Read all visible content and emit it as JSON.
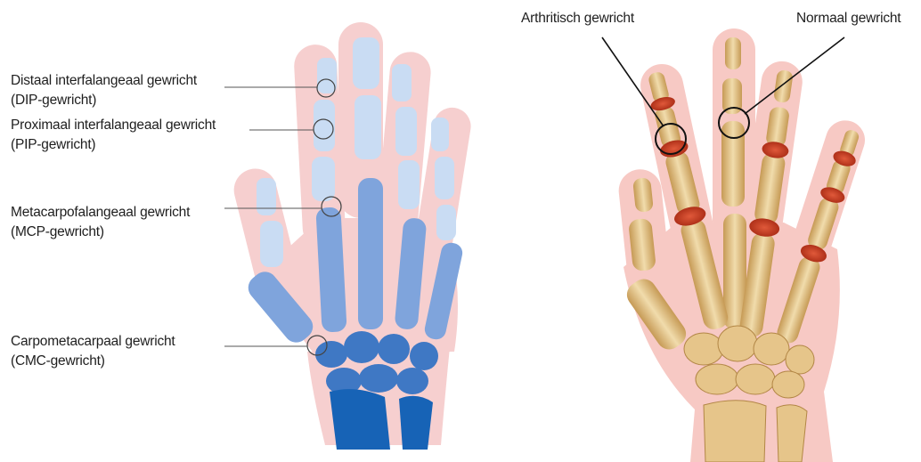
{
  "labels": {
    "dip": {
      "line1": "Distaal interfalangeaal gewricht",
      "line2": "(DIP-gewricht)"
    },
    "pip": {
      "line1": "Proximaal interfalangeaal gewricht",
      "line2": "(PIP-gewricht)"
    },
    "mcp": {
      "line1": "Metacarpofalangeaal gewricht",
      "line2": "(MCP-gewricht)"
    },
    "cmc": {
      "line1": "Carpometacarpaal gewricht",
      "line2": "(CMC-gewricht)"
    },
    "arthritic": "Arthritisch gewricht",
    "normal": "Normaal gewricht"
  },
  "colors": {
    "skin": "#f6cfcf",
    "bone_light": "#c9dcf3",
    "bone_mid": "#7fa4dc",
    "bone_dark": "#3f78c4",
    "bone_deep": "#1763b6",
    "real_bone": "#e4c48a",
    "inflamed": "#c8361f"
  }
}
